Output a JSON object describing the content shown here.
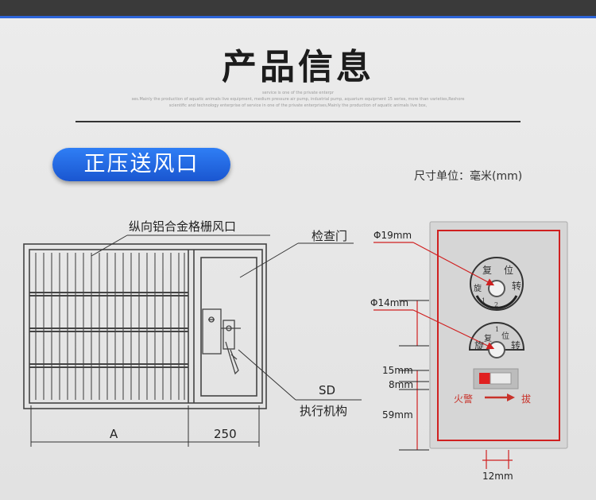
{
  "header": {
    "title": "产品信息"
  },
  "subtext": {
    "line1": "service is one of the private enterpr",
    "line2": "ses.Mainly the production of aquatic animals live equipment, medium pressure air pump, industrial pump, aquarium equipment 15 series, more than varieties,Reshore",
    "line3": "scientific and technology enterprise of service in one of the private enterprises,Mainly the production of aquatic animals live box,"
  },
  "badge": {
    "label": "正压送风口"
  },
  "unit_note": "尺寸单位：毫米(mm)",
  "diagram": {
    "labels": {
      "grille": "纵向铝合金格栅风口",
      "inspection_door": "检查门",
      "actuator_line1": "SD",
      "actuator_line2": "执行机构",
      "dim_a": "A",
      "dim_250": "250"
    },
    "panel": {
      "d19": "Φ19mm",
      "d14": "Φ14mm",
      "d15": "15mm",
      "d8": "8mm",
      "d59": "59mm",
      "d12": "12mm",
      "knob1": {
        "top_left": "复",
        "top_right": "位",
        "left": "旋",
        "right": "转",
        "num1": "1",
        "num2": "2"
      },
      "knob2": {
        "top_left": "复",
        "top_right": "位",
        "left": "旋",
        "right": "转",
        "num1": "1"
      },
      "alarm_left": "火警",
      "alarm_right": "拔"
    }
  }
}
